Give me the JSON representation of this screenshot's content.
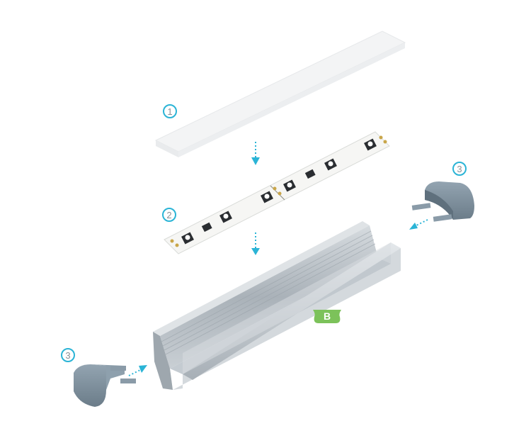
{
  "diagram": {
    "title": "",
    "type": "exploded-assembly-view",
    "components": [
      {
        "id": "1",
        "label": "1",
        "name": "Diffuser cover",
        "color": "#f2f3f4"
      },
      {
        "id": "2",
        "label": "2",
        "name": "LED strip",
        "color": "#f6f6f4"
      },
      {
        "id": "3a",
        "label": "3",
        "name": "End cap (right)",
        "color": "#7f919f"
      },
      {
        "id": "3b",
        "label": "3",
        "name": "End cap (left)",
        "color": "#7f919f"
      },
      {
        "id": "profile",
        "label": "",
        "name": "Aluminum profile",
        "color": "#b4bcc3"
      }
    ],
    "profile_type_badge": {
      "letter": "B",
      "color": "#7cc25a"
    },
    "arrow_color": "#2bb4d6",
    "callout_color": "#2bb4d6"
  }
}
